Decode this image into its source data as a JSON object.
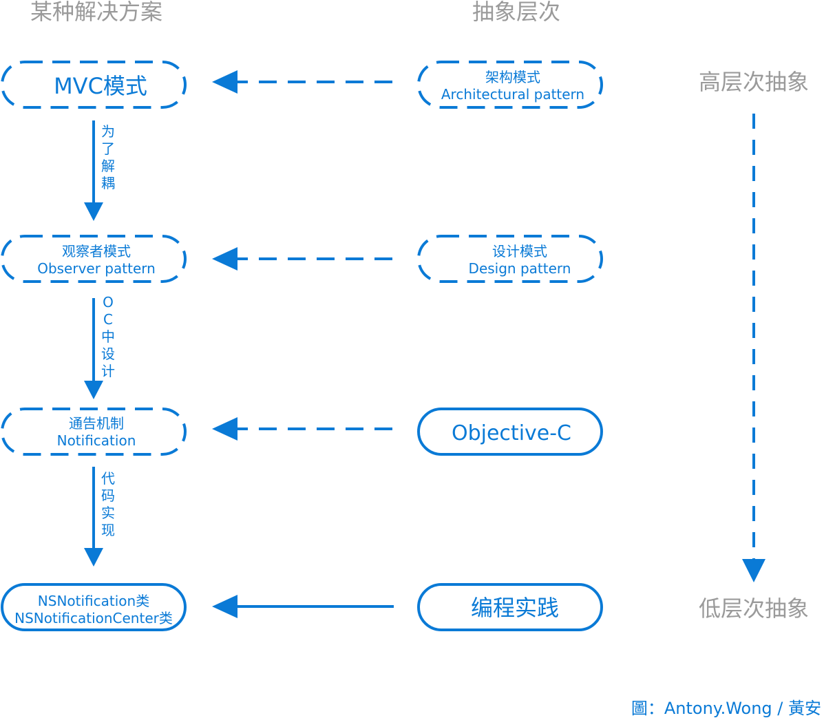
{
  "headers": {
    "solutions": "某种解决方案",
    "abstraction": "抽象层次"
  },
  "levels": {
    "high": "高层次抽象",
    "low": "低层次抽象"
  },
  "left_nodes": {
    "mvc": {
      "line1": "MVC模式"
    },
    "observer": {
      "line1": "观察者模式",
      "line2": "Observer pattern"
    },
    "notification": {
      "line1": "通告机制",
      "line2": "Notification"
    },
    "nsclasses": {
      "line1": "NSNotification类",
      "line2": "NSNotificationCenter类"
    }
  },
  "right_nodes": {
    "architectural": {
      "line1": "架构模式",
      "line2": "Architectural pattern"
    },
    "design": {
      "line1": "设计模式",
      "line2": "Design pattern"
    },
    "objc": {
      "line1": "Objective-C"
    },
    "practice": {
      "line1": "编程实践"
    }
  },
  "edge_labels": {
    "decouple": [
      "为",
      "了",
      "解",
      "耦"
    ],
    "oc_design": [
      "O",
      "C",
      "中",
      "设",
      "计"
    ],
    "code_impl": [
      "代",
      "码",
      "实",
      "现"
    ]
  },
  "credit": "圖：Antony.Wong / 黃安",
  "colors": {
    "accent": "#0a7ad6",
    "muted": "#9a9a9a"
  }
}
